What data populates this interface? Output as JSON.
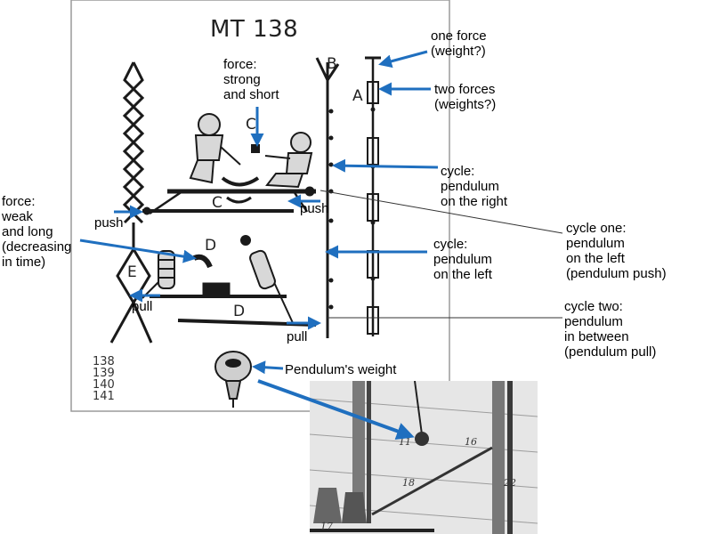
{
  "codex": {
    "title": "MT 138",
    "page_numbers": "138\n139\n140\n141",
    "letters": {
      "a": "A",
      "b": "B",
      "c1": "C",
      "c2": "C",
      "d1": "D",
      "d2": "D",
      "e": "E"
    }
  },
  "photo": {
    "labels": {
      "l11": "11",
      "l16": "16",
      "l18": "18",
      "l22": "22",
      "l17": "17"
    }
  },
  "annotations": {
    "one_force": "one force\n(weight?)",
    "two_forces": "two forces\n(weights?)",
    "force_strong": "force:\nstrong\nand short",
    "force_weak": "force:\nweak\nand long\n(decreasing\nin time)",
    "cycle_right": "cycle:\npendulum\non the right",
    "cycle_left": "cycle:\npendulum\non the left",
    "cycle_one": "cycle one:\npendulum\non the left\n(pendulum push)",
    "cycle_two": "cycle two:\npendulum\nin between\n(pendulum pull)",
    "push_left": "push",
    "push_right": "push",
    "pull_left": "pull",
    "pull_right": "pull",
    "pendulum_weight": "Pendulum's weight"
  },
  "colors": {
    "arrow": "#1f6fbf",
    "ink": "#1a1a1a",
    "frame": "#9a9a9a"
  }
}
